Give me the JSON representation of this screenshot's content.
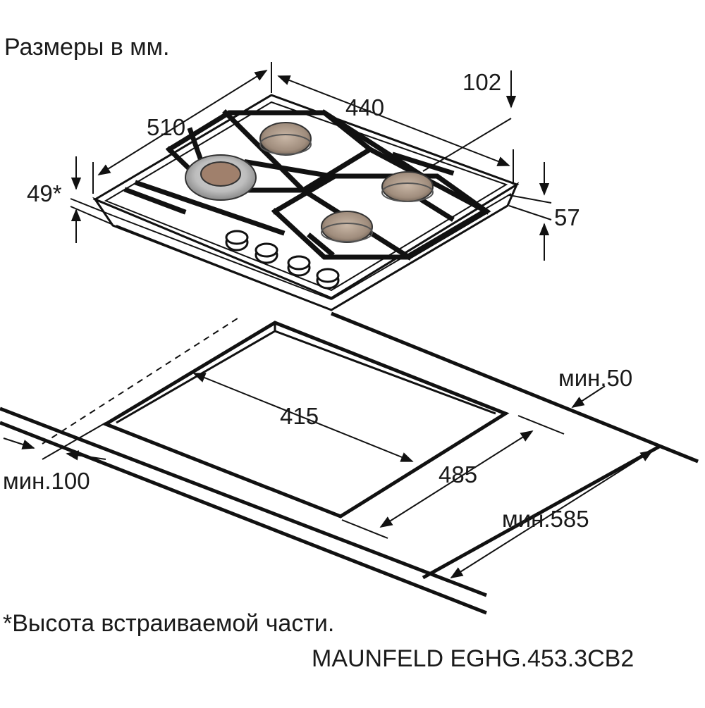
{
  "header": {
    "units_note": "Размеры в мм."
  },
  "dimensions": {
    "depth": "510",
    "width": "440",
    "top_offset": "102",
    "built_in_height": "49*",
    "total_height": "57",
    "cutout_depth": "415",
    "cutout_width": "485",
    "min_back": "мин.50",
    "min_front": "мин.100",
    "min_worktop": "мин.585"
  },
  "footer": {
    "footnote": "*Высота встраиваемой части.",
    "model": "MAUNFELD EGHG.453.3CB2"
  }
}
